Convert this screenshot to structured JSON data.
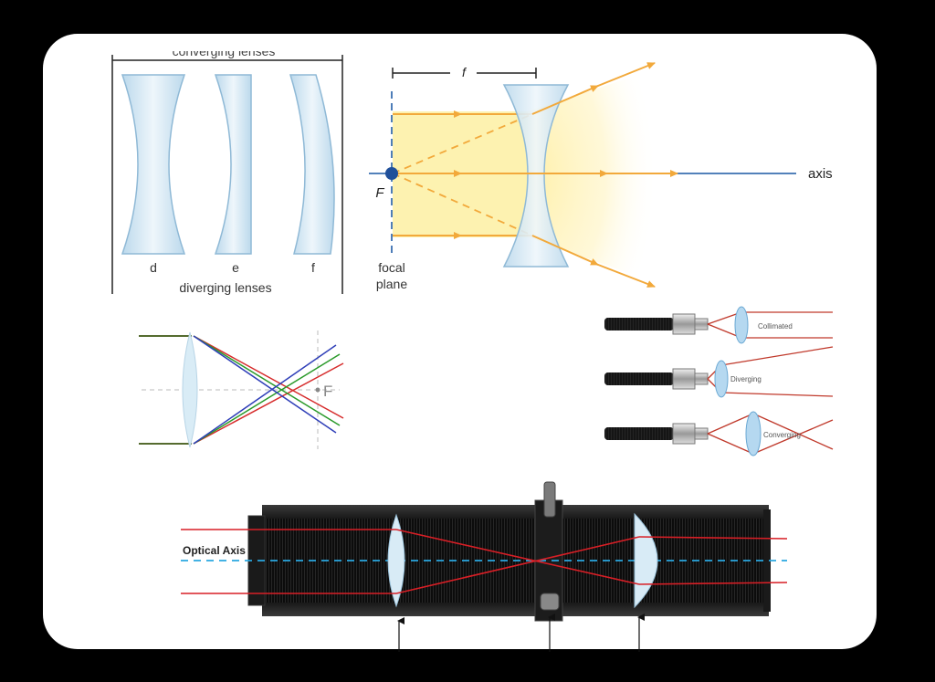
{
  "lens_types": {
    "header_cropped": "converging lenses",
    "labels": [
      "d",
      "e",
      "f"
    ],
    "caption": "diverging lenses"
  },
  "diverging_lens": {
    "focal_length_label": "f",
    "focal_point_label": "F",
    "axis_label": "axis",
    "focal_plane_label_1": "focal",
    "focal_plane_label_2": "plane"
  },
  "converging_lens": {
    "focal_point_label": "F",
    "ray_colors": [
      "#d62b2b",
      "#2a9a2a",
      "#2f3fb8"
    ]
  },
  "fiber_collimators": {
    "labels": [
      "Collimated",
      "Diverging",
      "Converging"
    ]
  },
  "relay_tube": {
    "axis_label": "Optical Axis"
  },
  "colors": {
    "lens_fill": "#d8ebf6",
    "lens_stroke": "#8fb9d6",
    "ray_orange": "#f2a93b",
    "axis_blue": "#3a6fb0",
    "beam_yellow": "#fdf2b0",
    "red_ray": "#d81f26",
    "dashed_axis": "#2aa7e0"
  }
}
